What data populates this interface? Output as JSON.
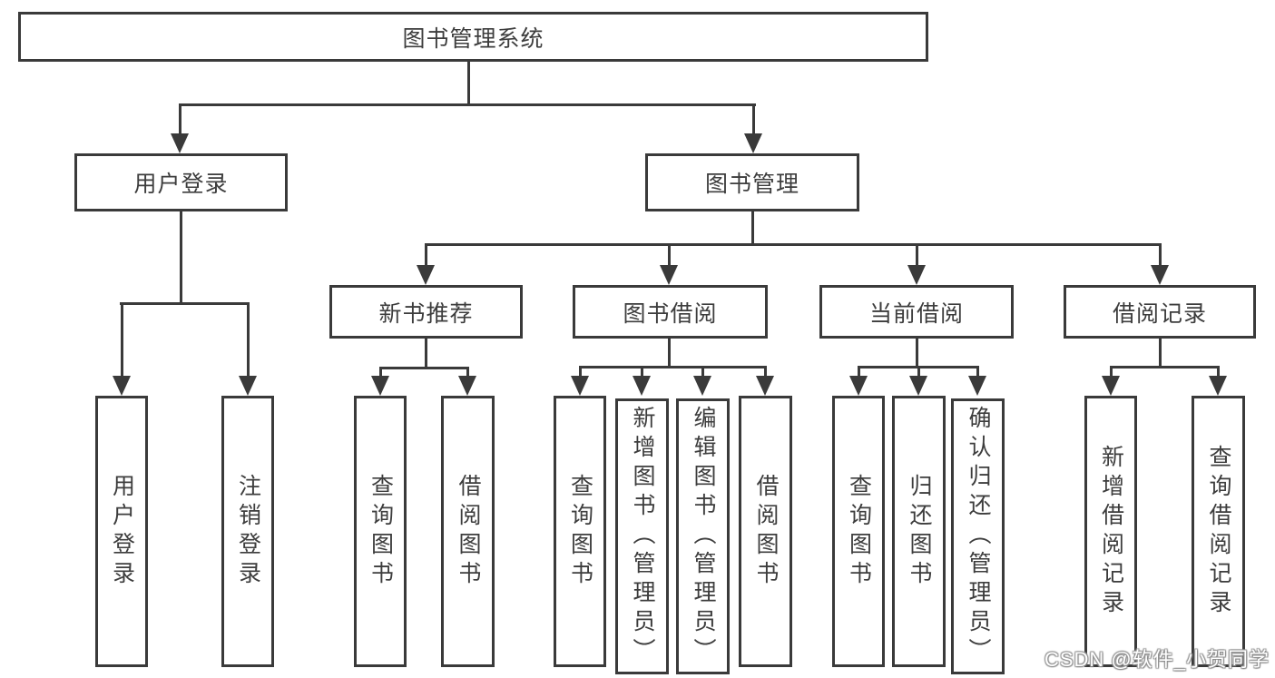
{
  "diagram": {
    "title": "图书管理系统",
    "level2": {
      "user_login": "用户登录",
      "book_mgmt": "图书管理"
    },
    "level3": {
      "new_books": "新书推荐",
      "borrowing": "图书借阅",
      "current": "当前借阅",
      "records": "借阅记录"
    },
    "leaves": {
      "login": [
        "用户登录",
        "注销登录"
      ],
      "new_books": [
        "查询图书",
        "借阅图书"
      ],
      "borrowing": [
        "查询图书",
        "新增图书（管理员）",
        "编辑图书（管理员）",
        "借阅图书"
      ],
      "current": [
        "查询图书",
        "归还图书",
        "确认归还（管理员）"
      ],
      "records": [
        "新增借阅记录",
        "查询借阅记录"
      ]
    }
  },
  "watermark": "CSDN @软件_小贺同学",
  "colors": {
    "line": "#3a3a3a",
    "text": "#3d3d3d",
    "background": "#ffffff",
    "watermark_text": "#ffffff",
    "watermark_outline": "#9a9a9a"
  }
}
